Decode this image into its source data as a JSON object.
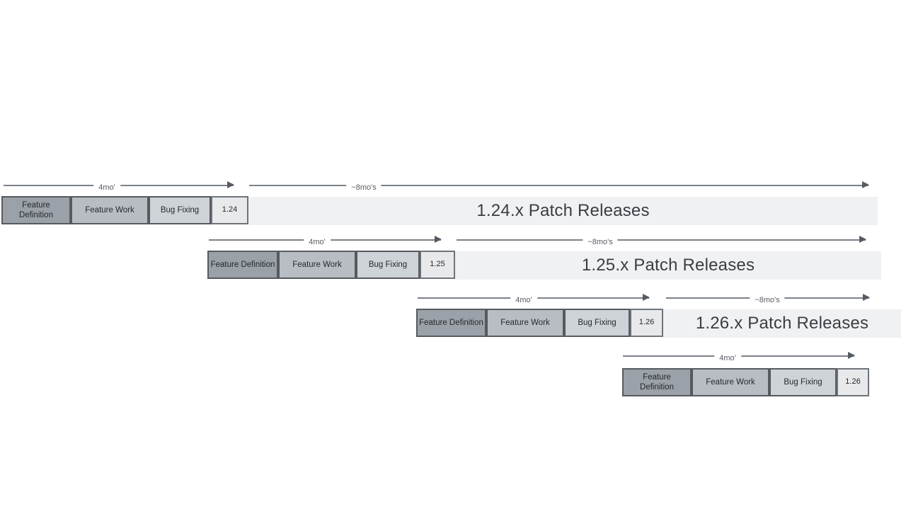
{
  "diagram": {
    "labels": {
      "four_mo": "4mo'",
      "eight_mo": "~8mo's"
    },
    "colors": {
      "feature_definition_fill": "#9ba1a8",
      "feature_work_fill": "#b7bdc3",
      "bug_fixing_fill": "#ced3d7",
      "version_box_fill": "#e7e9eb",
      "patch_bar_fill": "#f0f1f3",
      "box_border": "#565a60",
      "arrow": "#7b8189",
      "text": "#26292c"
    },
    "rows": [
      {
        "version": "1.24",
        "phases": [
          "Feature Definition",
          "Feature Work",
          "Bug Fixing"
        ],
        "patch_label": "1.24.x Patch Releases"
      },
      {
        "version": "1.25",
        "phases": [
          "Feature Definition",
          "Feature Work",
          "Bug Fixing"
        ],
        "patch_label": "1.25.x Patch Releases"
      },
      {
        "version": "1.26",
        "phases": [
          "Feature Definition",
          "Feature Work",
          "Bug Fixing"
        ],
        "patch_label": "1.26.x Patch Releases"
      },
      {
        "version": "1.26",
        "phases": [
          "Feature Definition",
          "Feature Work",
          "Bug Fixing"
        ],
        "patch_label": ""
      }
    ]
  }
}
